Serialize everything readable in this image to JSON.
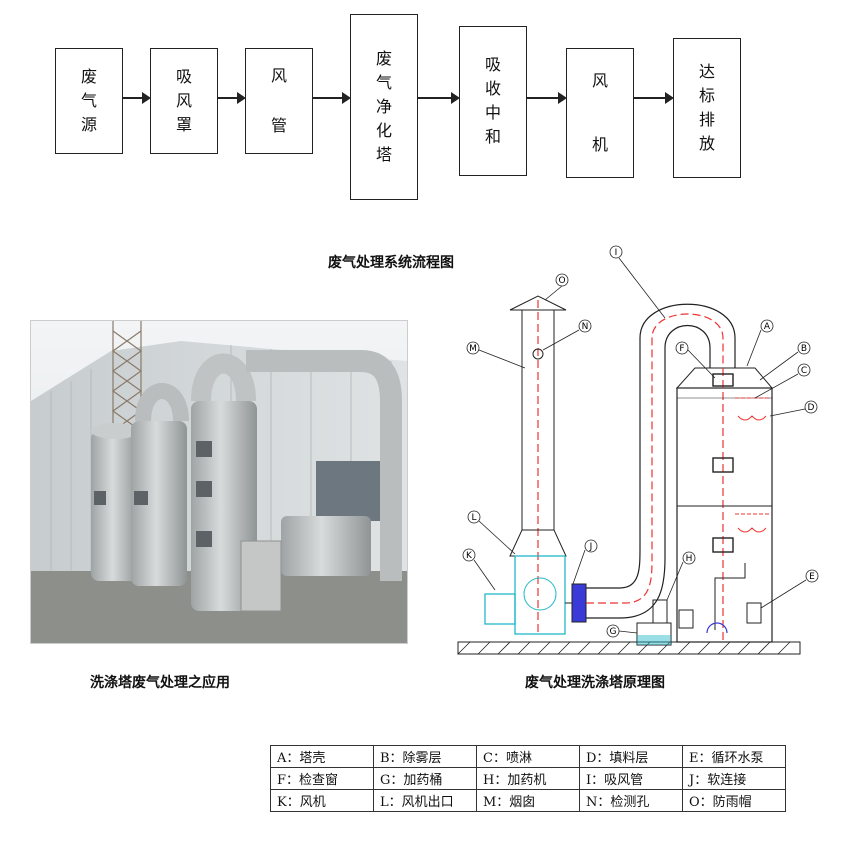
{
  "flow": {
    "boxes": [
      {
        "id": "waste-gas-source",
        "chars": [
          "废",
          "气",
          "源"
        ]
      },
      {
        "id": "suction-hood",
        "chars": [
          "吸",
          "风",
          "罩"
        ]
      },
      {
        "id": "air-duct",
        "chars": [
          "风",
          "管"
        ]
      },
      {
        "id": "purification-tower",
        "chars": [
          "废",
          "气",
          "净",
          "化",
          "塔"
        ]
      },
      {
        "id": "absorption-neutralization",
        "chars": [
          "吸",
          "收",
          "中",
          "和"
        ]
      },
      {
        "id": "fan",
        "chars": [
          "风",
          "机"
        ]
      },
      {
        "id": "standard-discharge",
        "chars": [
          "达",
          "标",
          "排",
          "放"
        ]
      }
    ],
    "title": "废气处理系统流程图"
  },
  "captions": {
    "photo": "洗涤塔废气处理之应用",
    "schematic": "废气处理洗涤塔原理图"
  },
  "schematic_labels": [
    "A",
    "B",
    "C",
    "D",
    "E",
    "F",
    "G",
    "H",
    "I",
    "J",
    "K",
    "L",
    "M",
    "N",
    "O"
  ],
  "legend": {
    "rows": [
      [
        "A：塔壳",
        "B：除雾层",
        "C：喷淋",
        "D：填料层",
        "E：循环水泵"
      ],
      [
        "F：检查窗",
        "G：加药桶",
        "H：加药机",
        "I：吸风管",
        "J：软连接"
      ],
      [
        "K：风机",
        "L：风机出口",
        "M：烟囱",
        "N：检测孔",
        "O：防雨帽"
      ]
    ]
  }
}
